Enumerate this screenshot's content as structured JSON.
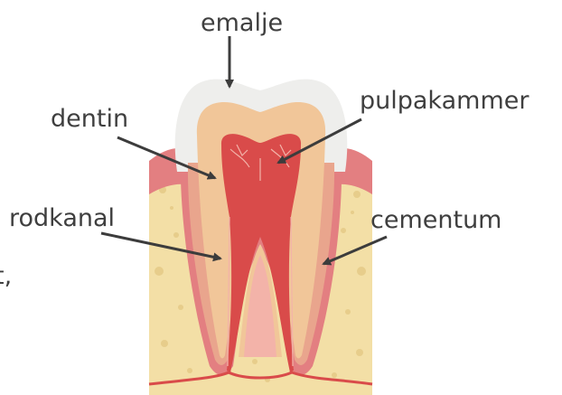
{
  "labels": {
    "emalje": "emalje",
    "dentin": "dentin",
    "pulpakammer": "pulpakammer",
    "rodkanal": "rodkanal",
    "cementum": "cementum"
  },
  "edge_text": "t,",
  "colors": {
    "bone": "#f3dfa6",
    "bone_dots": "#e7cd8b",
    "gum": "#e37f81",
    "gum_light": "#f3b3a9",
    "enamel": "#eeeeec",
    "dentin": "#f1c699",
    "pulp": "#d94b4a",
    "cementum": "#e9a58d",
    "text": "#3f3f3f",
    "leader": "#3c3c3c"
  }
}
